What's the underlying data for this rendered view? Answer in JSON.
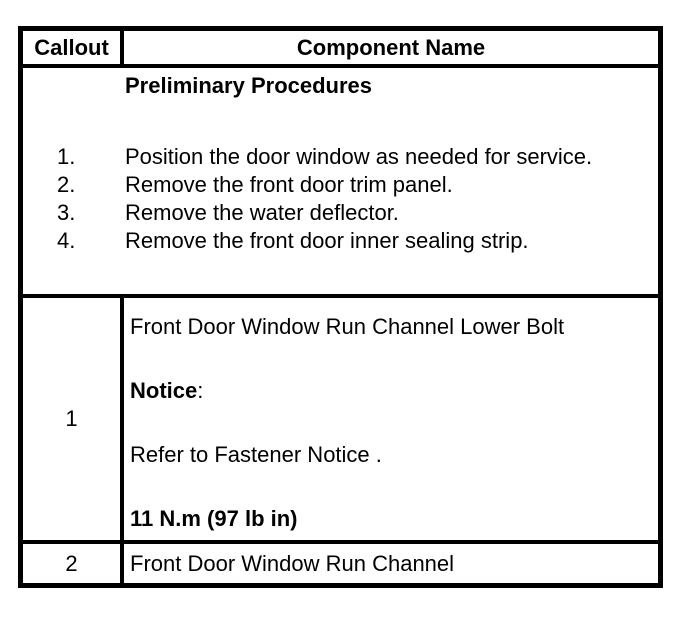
{
  "table": {
    "header": {
      "callout": "Callout",
      "component": "Component Name"
    },
    "preliminary": {
      "heading": "Preliminary Procedures",
      "steps": [
        {
          "num": "1.",
          "text": "Position the door window as needed for service."
        },
        {
          "num": "2.",
          "text": "Remove the front door trim panel."
        },
        {
          "num": "3.",
          "text": "Remove the water deflector."
        },
        {
          "num": "4.",
          "text": "Remove the front door inner sealing strip."
        }
      ]
    },
    "row1": {
      "callout": "1",
      "name": "Front Door Window Run Channel Lower Bolt",
      "notice_bold": "Notice",
      "notice_punct": ":",
      "notice_text": "Refer to Fastener Notice .",
      "torque": "11 N.m (97 lb in)"
    },
    "row2": {
      "callout": "2",
      "name": "Front Door Window Run Channel"
    }
  },
  "colors": {
    "border": "#000000",
    "background": "#ffffff",
    "text": "#000000"
  }
}
